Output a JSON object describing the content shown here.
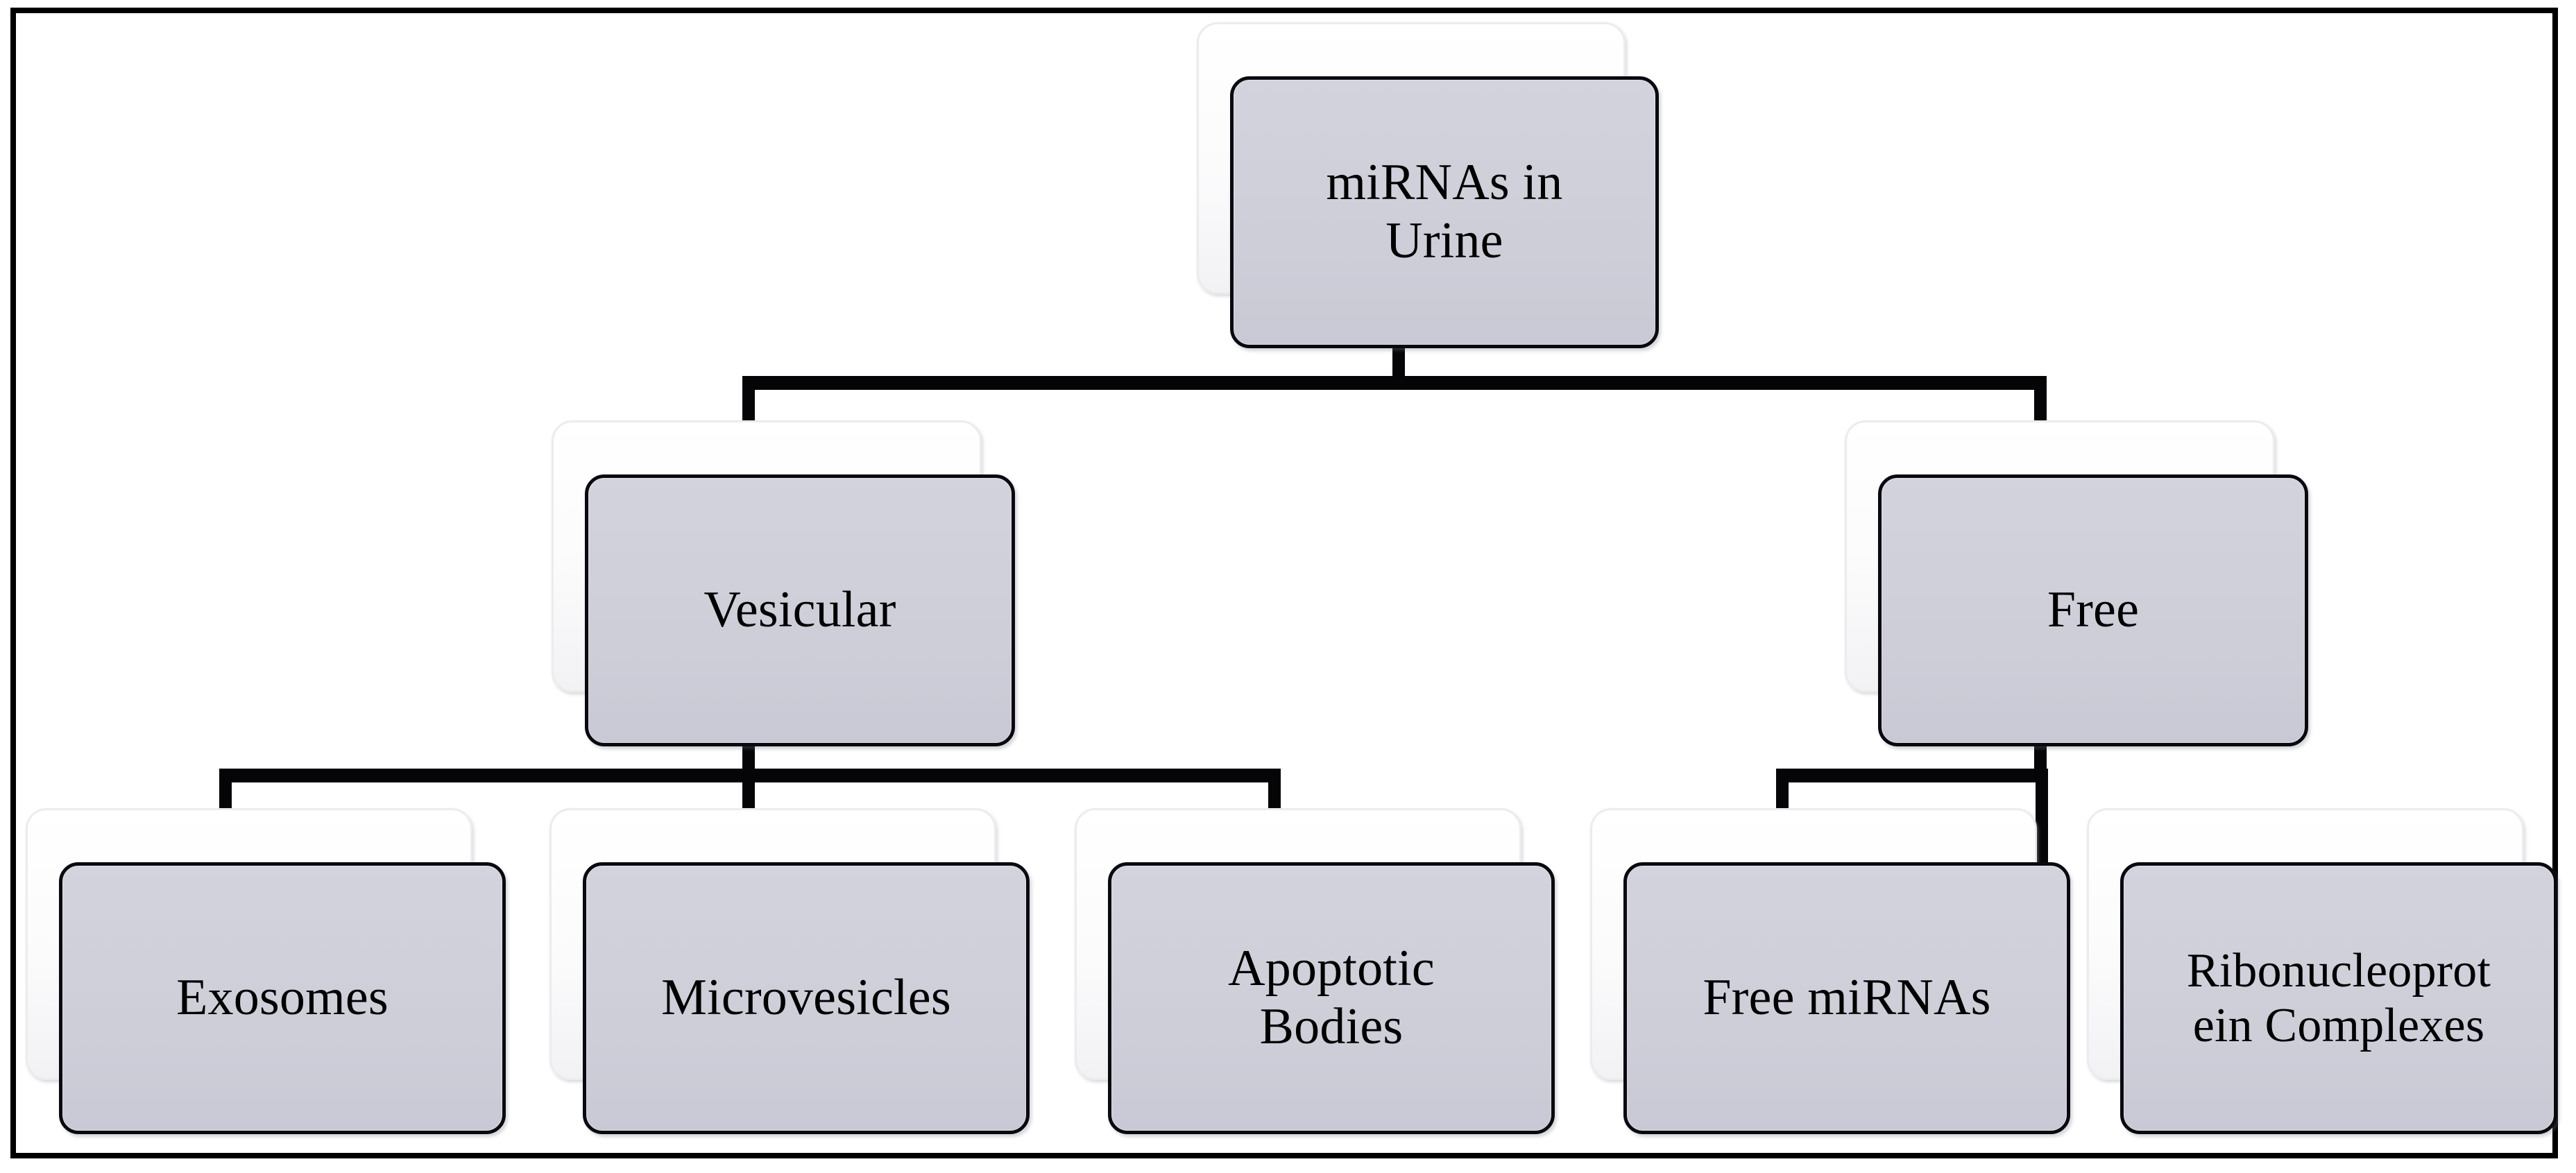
{
  "figure": {
    "title": "miRNAs in Urine classification hierarchy",
    "border_color": "#000000",
    "background_color": "#ffffff",
    "node_fill_color": "#d0d0da",
    "node_border_color": "#090910",
    "connector_color": "#050507",
    "text_color": "#000000"
  },
  "nodes": {
    "root": {
      "label": "miRNAs in\nUrine"
    },
    "level2": [
      {
        "label": "Vesicular"
      },
      {
        "label": "Free"
      }
    ],
    "level3_vesicular": [
      {
        "label": "Exosomes"
      },
      {
        "label": "Microvesicles"
      },
      {
        "label": "Apoptotic\nBodies"
      }
    ],
    "level3_free": [
      {
        "label": "Free miRNAs"
      },
      {
        "label": "Ribonucleoprot\nein Complexes"
      }
    ]
  },
  "edges": [
    {
      "from": "miRNAs in Urine",
      "to": "Vesicular"
    },
    {
      "from": "miRNAs in Urine",
      "to": "Free"
    },
    {
      "from": "Vesicular",
      "to": "Exosomes"
    },
    {
      "from": "Vesicular",
      "to": "Microvesicles"
    },
    {
      "from": "Vesicular",
      "to": "Apoptotic Bodies"
    },
    {
      "from": "Free",
      "to": "Free miRNAs"
    },
    {
      "from": "Free",
      "to": "Ribonucleoprotein Complexes"
    }
  ]
}
